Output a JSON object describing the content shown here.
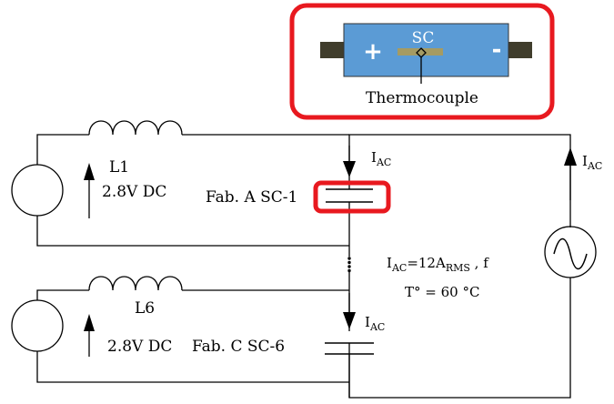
{
  "inset": {
    "sc_label": "SC",
    "plus": "+",
    "minus": "-",
    "thermocouple_label": "Thermocouple",
    "colors": {
      "highlight": "#e8191f",
      "capacitor_body": "#5b9bd5",
      "leads": "#403d2c",
      "thermocouple_strip": "#a59b63"
    }
  },
  "branch1": {
    "inductor_label": "L1",
    "dc_label": "2.8V DC",
    "capacitor_label": "Fab. A SC-1"
  },
  "branch6": {
    "inductor_label": "L6",
    "dc_label": "2.8V DC",
    "capacitor_label": "Fab. C SC-6"
  },
  "currents": {
    "top": {
      "main": "I",
      "sub": "AC"
    },
    "right": {
      "main": "I",
      "sub": "AC"
    },
    "lower": {
      "main": "I",
      "sub": "AC"
    }
  },
  "conditions": {
    "iac_main": "I",
    "iac_sub": "AC",
    "iac_eq": "=12A",
    "iac_unit_sub": "RMS",
    "iac_tail": " , f",
    "temperature": "T° = 60 °C"
  },
  "continuation_dots": "⋮"
}
